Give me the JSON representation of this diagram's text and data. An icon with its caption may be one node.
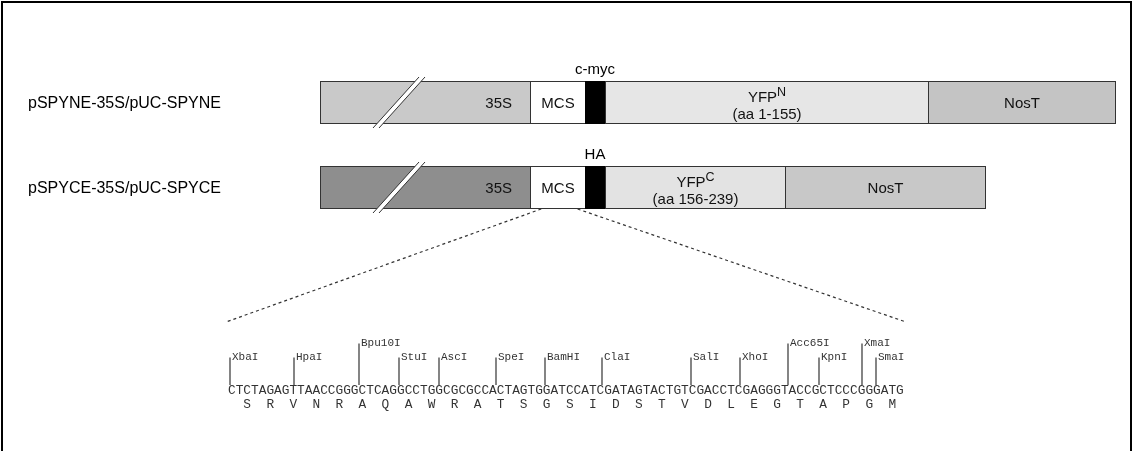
{
  "diagram": {
    "nodes": [
      {
        "text": [
          "35S"
        ]
      },
      {
        "text": [
          "MCS"
        ]
      },
      {
        "text": [
          "c-myc"
        ]
      },
      {
        "text": [
          "YFP$^{N}$",
          "(aa 1-155)"
        ]
      },
      {
        "text": [
          "NosT"
        ]
      },
      {
        "text": [
          "35S"
        ]
      },
      {
        "text": [
          "MCS"
        ]
      },
      {
        "text": [
          "HA"
        ]
      },
      {
        "text": [
          "YFP$^{C}$",
          "(aa 156-239)"
        ]
      },
      {
        "text": [
          "NosT"
        ]
      },
      {
        "text": [
          "CTCTAGAGTTAACCGGGCTCAGGCCTGGCGCGCCACTAGTGGATCCATCGATAGTACTGTCGACCTCGAGGGTACCGCTCCCGGGATG",
          "S R V N R A Q A W R A T S G S I D S T V D L E G T A P G M"
        ]
      },
      {
        "text": [
          "XbaI"
        ],
        "in": 10
      },
      {
        "text": [
          "HpaI"
        ],
        "in": 10
      },
      {
        "text": [
          "Bpu10I"
        ],
        "in": 10
      },
      {
        "text": [
          "StuI"
        ],
        "in": 10
      },
      {
        "text": [
          "AscI"
        ],
        "in": 10
      },
      {
        "text": [
          "SpeI"
        ],
        "in": 10
      },
      {
        "text": [
          "BamHI"
        ],
        "in": 10
      },
      {
        "text": [
          "ClaI"
        ],
        "in": 10
      },
      {
        "text": [
          "SalI"
        ],
        "in": 10
      },
      {
        "text": [
          "XhoI"
        ],
        "in": 10
      },
      {
        "text": [
          "Acc65I"
        ],
        "in": 10
      },
      {
        "text": [
          "KpnI"
        ],
        "in": 10
      },
      {
        "text": [
          "XmaI"
        ],
        "in": 10
      },
      {
        "text": [
          "SmaI"
        ],
        "in": 10
      }
    ],
    "edges": [
      {
        "from": 6,
        "to": 10,
        "arrow": "none",
        "style": "dashed"
      },
      {
        "from": 6,
        "to": 10,
        "arrow": "none",
        "style": "dashed"
      },
      {
        "from": 11,
        "to": null,
        "arrow": "none"
      },
      {
        "from": 12,
        "to": null,
        "arrow": "none"
      },
      {
        "from": 13,
        "to": null,
        "arrow": "none"
      },
      {
        "from": 14,
        "to": null,
        "arrow": "none"
      },
      {
        "from": 15,
        "to": null,
        "arrow": "none"
      },
      {
        "from": 16,
        "to": null,
        "arrow": "none"
      },
      {
        "from": 17,
        "to": null,
        "arrow": "none"
      },
      {
        "from": 18,
        "to": null,
        "arrow": "none"
      },
      {
        "from": 19,
        "to": null,
        "arrow": "none"
      },
      {
        "from": 20,
        "to": null,
        "arrow": "none"
      },
      {
        "from": 21,
        "to": null,
        "arrow": "none"
      },
      {
        "from": 22,
        "to": null,
        "arrow": "none"
      },
      {
        "from": 23,
        "to": null,
        "arrow": "none"
      },
      {
        "from": 24,
        "to": null,
        "arrow": "none"
      }
    ],
    "labels": [
      "pSPYNE-35S/pUC-SPYNE",
      "pSPYCE-35S/pUC-SPYCE"
    ]
  }
}
